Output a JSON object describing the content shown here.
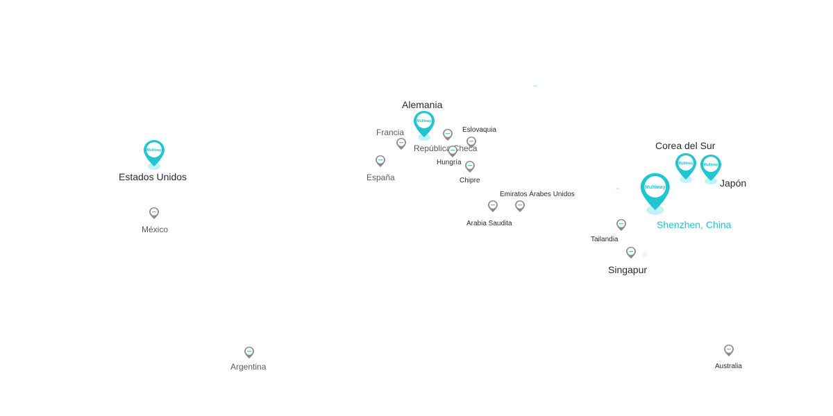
{
  "brand_text": "Multiway",
  "colors": {
    "accent": "#1fc6d1",
    "accent_glow": "#a6eef2",
    "minor_marker": "#8a8a8a",
    "minor_marker_inner": "#4ec9d3"
  },
  "locations": {
    "estados_unidos": "Estados Unidos",
    "mexico": "México",
    "argentina": "Argentina",
    "alemania": "Alemania",
    "francia": "Francia",
    "espana": "España",
    "republica_checa": "República Checa",
    "eslovaquia": "Eslovaquia",
    "hungria": "Hungría",
    "chipre": "Chipre",
    "emiratos": "Emiratos Árabes Unidos",
    "arabia": "Arabia Saudita",
    "corea": "Corea del Sur",
    "japon": "Japón",
    "shenzhen": "Shenzhen, China",
    "tailandia": "Tailandia",
    "singapur": "Singapur",
    "australia": "Australia"
  },
  "marker_icons": {
    "major": "map-pin-multiway-icon",
    "minor": "map-pin-small-icon"
  }
}
